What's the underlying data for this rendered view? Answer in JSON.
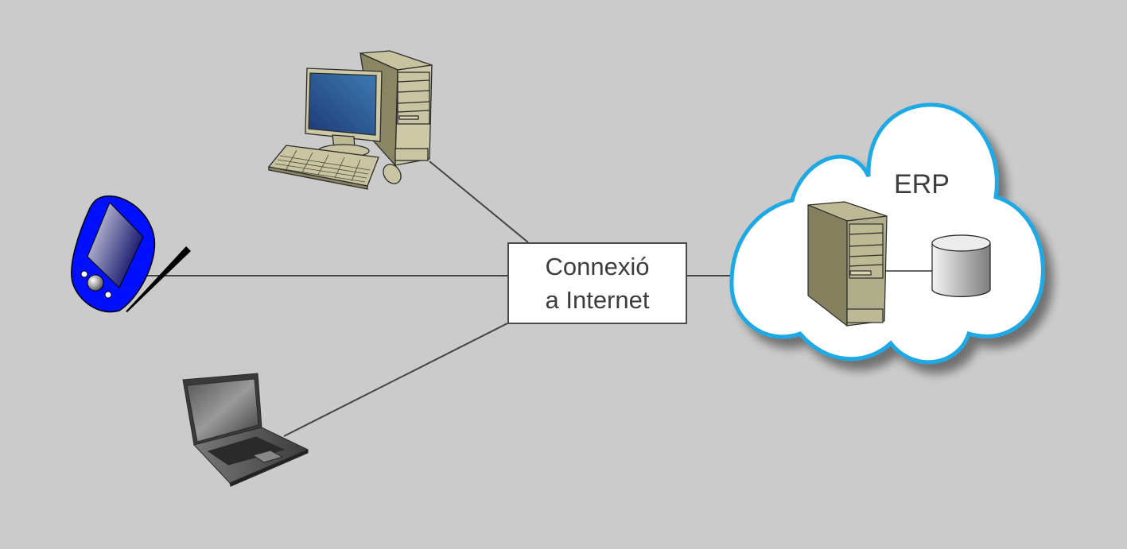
{
  "diagram": {
    "connection_node": {
      "line1": "Connexió",
      "line2": "a Internet"
    },
    "cloud": {
      "label": "ERP",
      "border_color": "#1aa9e6",
      "contains": [
        "server-tower",
        "database"
      ]
    },
    "clients": [
      {
        "type": "desktop-computer"
      },
      {
        "type": "pda-handheld"
      },
      {
        "type": "laptop"
      }
    ],
    "colors": {
      "background": "#cbcbcb",
      "line": "#444444",
      "pda_body": "#0010ff",
      "tower_beige": "#c9c5a3"
    }
  }
}
